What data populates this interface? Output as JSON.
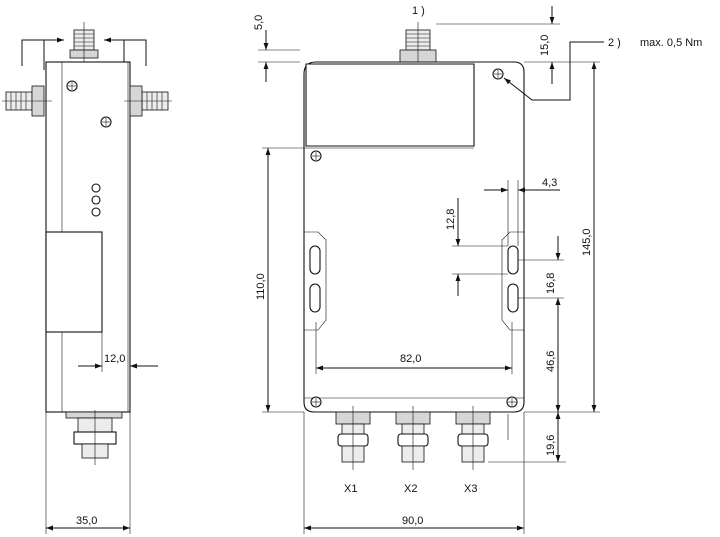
{
  "drawing": {
    "callouts": {
      "item_1": "1 )",
      "item_2": "2 )",
      "torque": "max. 0,5 Nm"
    },
    "dimensions": {
      "side_width": "35,0",
      "side_depth": "12,0",
      "top_offset": "5,0",
      "connector_height": "15,0",
      "total_height": "145,0",
      "lower_height": "110,0",
      "slot_width": "4,3",
      "slot_length": "12,8",
      "slot_gap": "16,8",
      "slot_to_bottom": "46,6",
      "hole_spacing": "82,0",
      "total_width": "90,0",
      "bottom_connector": "19,6"
    },
    "connectors": {
      "x1": "X1",
      "x2": "X2",
      "x3": "X3"
    }
  }
}
